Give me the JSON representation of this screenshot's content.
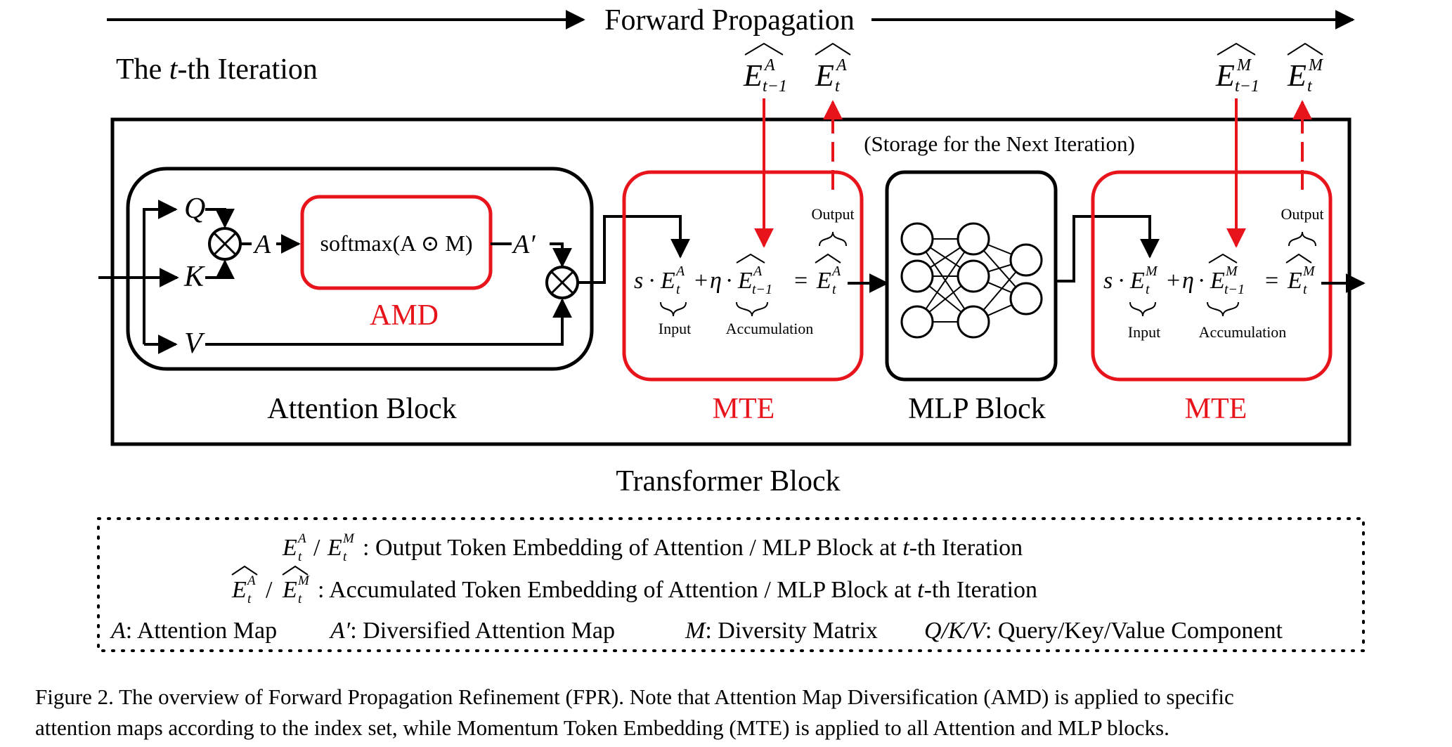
{
  "header": {
    "forward_label": "Forward Propagation",
    "iteration_prefix": "The ",
    "iteration_var": "t",
    "iteration_suffix": "-th Iteration"
  },
  "blocks": {
    "attention_label": "Attention Block",
    "amd_label": "AMD",
    "amd_formula": "softmax(A ⊙ M)",
    "mte_label": "MTE",
    "mlp_label": "MLP Block",
    "transformer_label": "Transformer Block",
    "storage_label": "(Storage for the Next Iteration)"
  },
  "inputs": {
    "q": "Q",
    "k": "K",
    "v": "V",
    "a": "A",
    "a_prime": "A′"
  },
  "mte": {
    "output_label": "Output",
    "input_label": "Input",
    "accumulation_label": "Accumulation",
    "symbol_s": "s",
    "symbol_eta": "η",
    "symbol_e": "E",
    "sup_attention": "A",
    "sup_mlp": "M",
    "sub_t": "t",
    "sub_t_minus_1": "t−1"
  },
  "legend": {
    "line1_text": ": Output Token Embedding of Attention / MLP Block at ",
    "line1_var": "t",
    "line1_end": "-th Iteration",
    "line2_text": ": Accumulated Token Embedding of Attention / MLP Block at ",
    "line2_var": "t",
    "line2_end": "-th Iteration",
    "line3_a": ": Attention Map",
    "line3_aprime": ": Diversified Attention Map",
    "line3_m": ": Diversity Matrix",
    "line3_qkv_sym": "Q/K/V",
    "line3_qkv": ": Query/Key/Value Component"
  },
  "caption": {
    "line1": "Figure 2. The overview of Forward Propagation Refinement (FPR). Note that Attention Map Diversification (AMD) is applied to specific",
    "line2": "attention maps according to the index set, while Momentum Token Embedding (MTE) is applied to all Attention and MLP blocks."
  },
  "colors": {
    "red": "#e8141b",
    "black": "#000000"
  }
}
